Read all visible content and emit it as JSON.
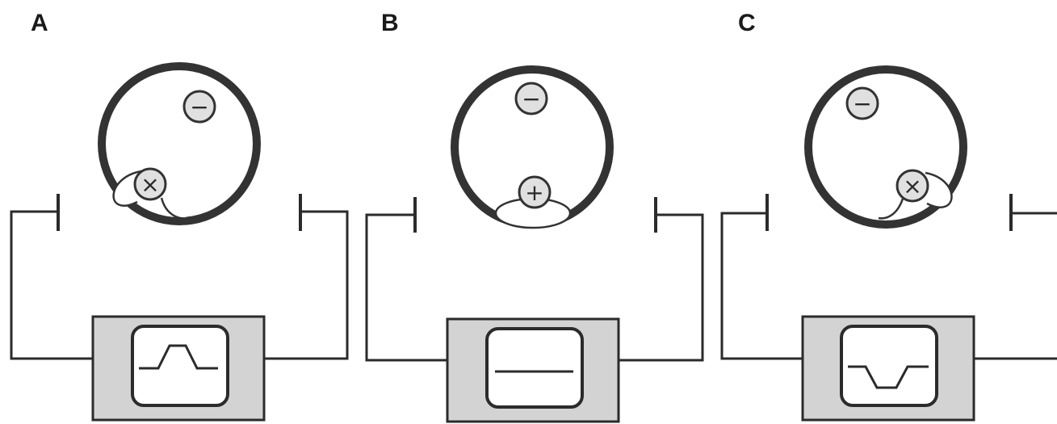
{
  "panels": [
    {
      "label": "A",
      "negative_symbol": "−",
      "positive_symbol": "×",
      "trace": "upward-deflection"
    },
    {
      "label": "B",
      "negative_symbol": "−",
      "positive_symbol": "+",
      "trace": "flat"
    },
    {
      "label": "C",
      "negative_symbol": "−",
      "positive_symbol": "×",
      "trace": "downward-deflection"
    }
  ],
  "colors": {
    "outline": "#2b2b2b",
    "fill_gray": "#d3d3d3",
    "charge_fill": "#e0e0e0",
    "background": "#ffffff"
  }
}
